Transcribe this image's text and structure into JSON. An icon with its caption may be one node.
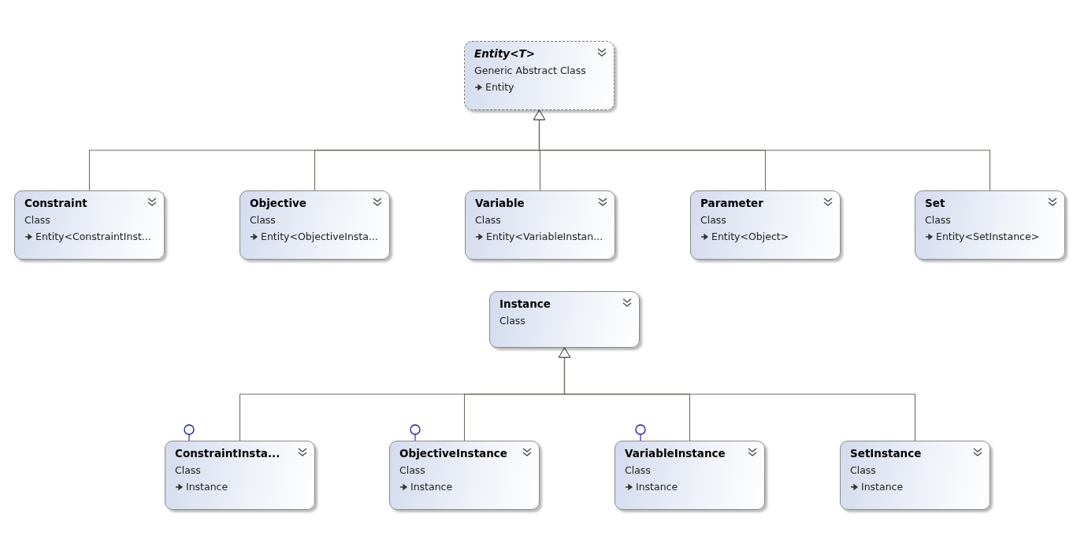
{
  "diagram": {
    "nodes": [
      {
        "text": [
          "Entity<T>",
          "Generic Abstract Class",
          "Entity"
        ]
      },
      {
        "text": [
          "Constraint",
          "Class",
          "Entity<ConstraintInst..."
        ]
      },
      {
        "text": [
          "Objective",
          "Class",
          "Entity<ObjectiveInsta..."
        ]
      },
      {
        "text": [
          "Variable",
          "Class",
          "Entity<VariableInstan..."
        ]
      },
      {
        "text": [
          "Parameter",
          "Class",
          "Entity<Object>"
        ]
      },
      {
        "text": [
          "Set",
          "Class",
          "Entity<SetInstance>"
        ]
      },
      {
        "text": [
          "Instance",
          "Class"
        ]
      },
      {
        "text": [],
        "shape": "circle"
      },
      {
        "text": [
          "ConstraintInsta...",
          "Class",
          "Instance"
        ]
      },
      {
        "text": [],
        "shape": "circle"
      },
      {
        "text": [
          "ObjectiveInstance",
          "Class",
          "Instance"
        ]
      },
      {
        "text": [],
        "shape": "circle"
      },
      {
        "text": [
          "VariableInstance",
          "Class",
          "Instance"
        ]
      },
      {
        "text": [
          "SetInstance",
          "Class",
          "Instance"
        ]
      }
    ],
    "edges": [
      {
        "from": 1,
        "to": 0,
        "arrow": "to"
      },
      {
        "from": 2,
        "to": 0,
        "arrow": "to"
      },
      {
        "from": 3,
        "to": 0,
        "arrow": "to"
      },
      {
        "from": 4,
        "to": 0,
        "arrow": "to"
      },
      {
        "from": 5,
        "to": 0,
        "arrow": "to"
      },
      {
        "from": 8,
        "to": 6,
        "arrow": "to"
      },
      {
        "from": 10,
        "to": 6,
        "arrow": "to"
      },
      {
        "from": 12,
        "to": 6,
        "arrow": "to"
      },
      {
        "from": 13,
        "to": 6,
        "arrow": "to"
      },
      {
        "from": 7,
        "to": 8,
        "arrow": "none",
        "color": "#1a1aa6"
      },
      {
        "from": 9,
        "to": 10,
        "arrow": "none",
        "color": "#1a1aa6"
      },
      {
        "from": 11,
        "to": 12,
        "arrow": "none",
        "color": "#1a1aa6"
      }
    ]
  }
}
